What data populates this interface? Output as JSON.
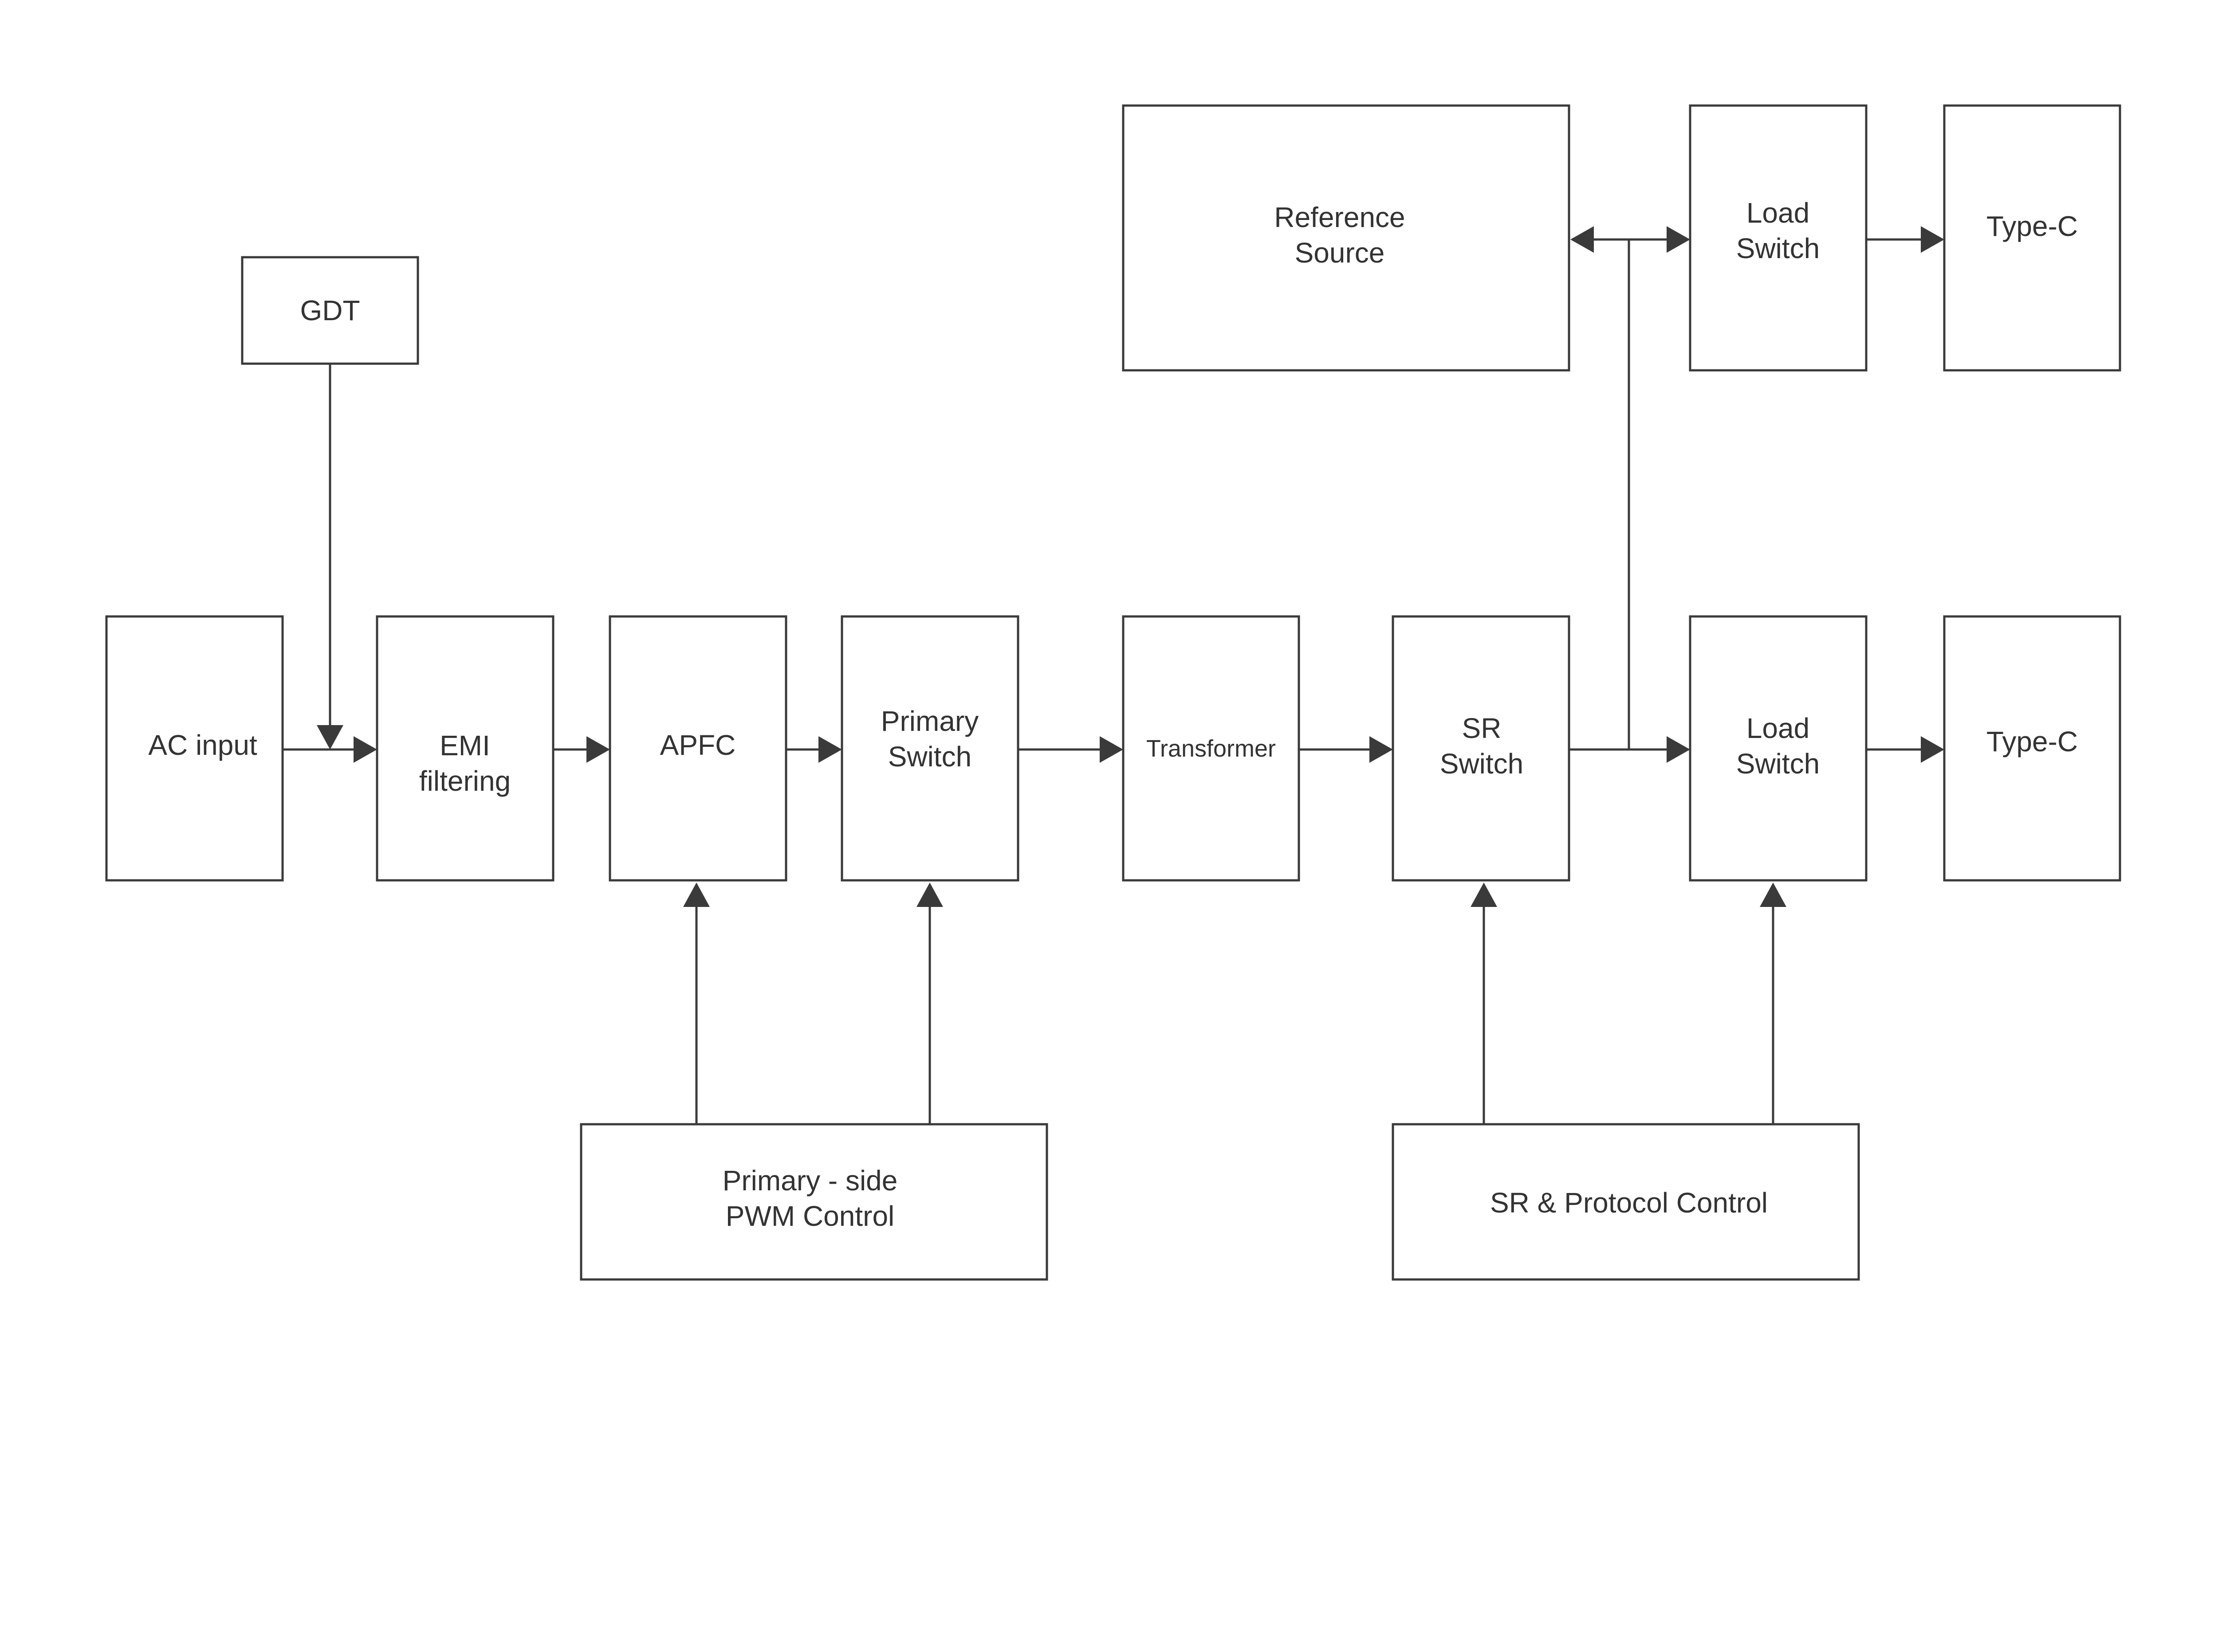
{
  "blocks": {
    "gdt": "GDT",
    "ac_input": "AC input",
    "emi_filtering": [
      "EMI",
      "filtering"
    ],
    "apfc": "APFC",
    "primary_switch": [
      "Primary",
      "Switch"
    ],
    "transformer": "Transformer",
    "sr_switch": [
      "SR",
      "Switch"
    ],
    "load_switch_bottom": [
      "Load",
      "Switch"
    ],
    "type_c_bottom": "Type-C",
    "reference_source": [
      "Reference",
      "Source"
    ],
    "load_switch_top": [
      "Load",
      "Switch"
    ],
    "type_c_top": "Type-C",
    "primary_pwm_control": [
      "Primary - side",
      "PWM Control"
    ],
    "sr_protocol_control": "SR & Protocol Control"
  },
  "colors": {
    "stroke": "#3a3a3a",
    "text": "#333333",
    "background": "#ffffff"
  }
}
